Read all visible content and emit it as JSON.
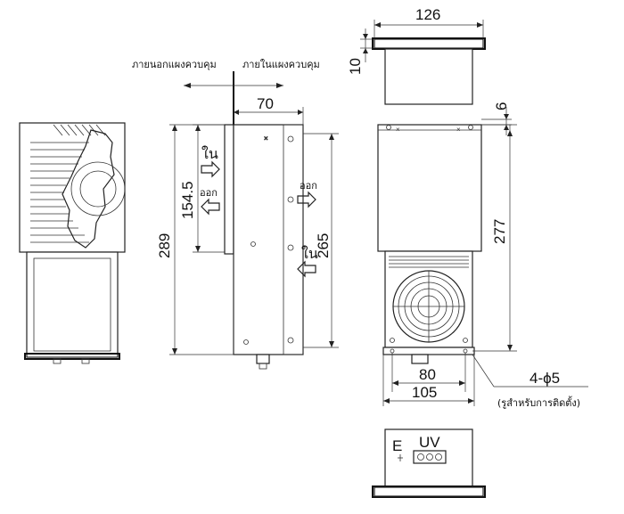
{
  "labels": {
    "outside_panel": "ภายนอกแผงควบคุม",
    "inside_panel": "ภายในแผงควบคุม",
    "in": "ใน",
    "out": "ออก",
    "holes": "4-ϕ5",
    "holes_note": "(รูสำหรับการติดตั้ง)",
    "terminal_e": "E",
    "terminal_uv": "UV"
  },
  "dimensions": {
    "top_width": "126",
    "top_height": "10",
    "side_depth": "70",
    "gap": "6",
    "height_289": "289",
    "height_154": "154.5",
    "height_265": "265",
    "height_277": "277",
    "hole_spacing": "80",
    "base_width": "105"
  }
}
